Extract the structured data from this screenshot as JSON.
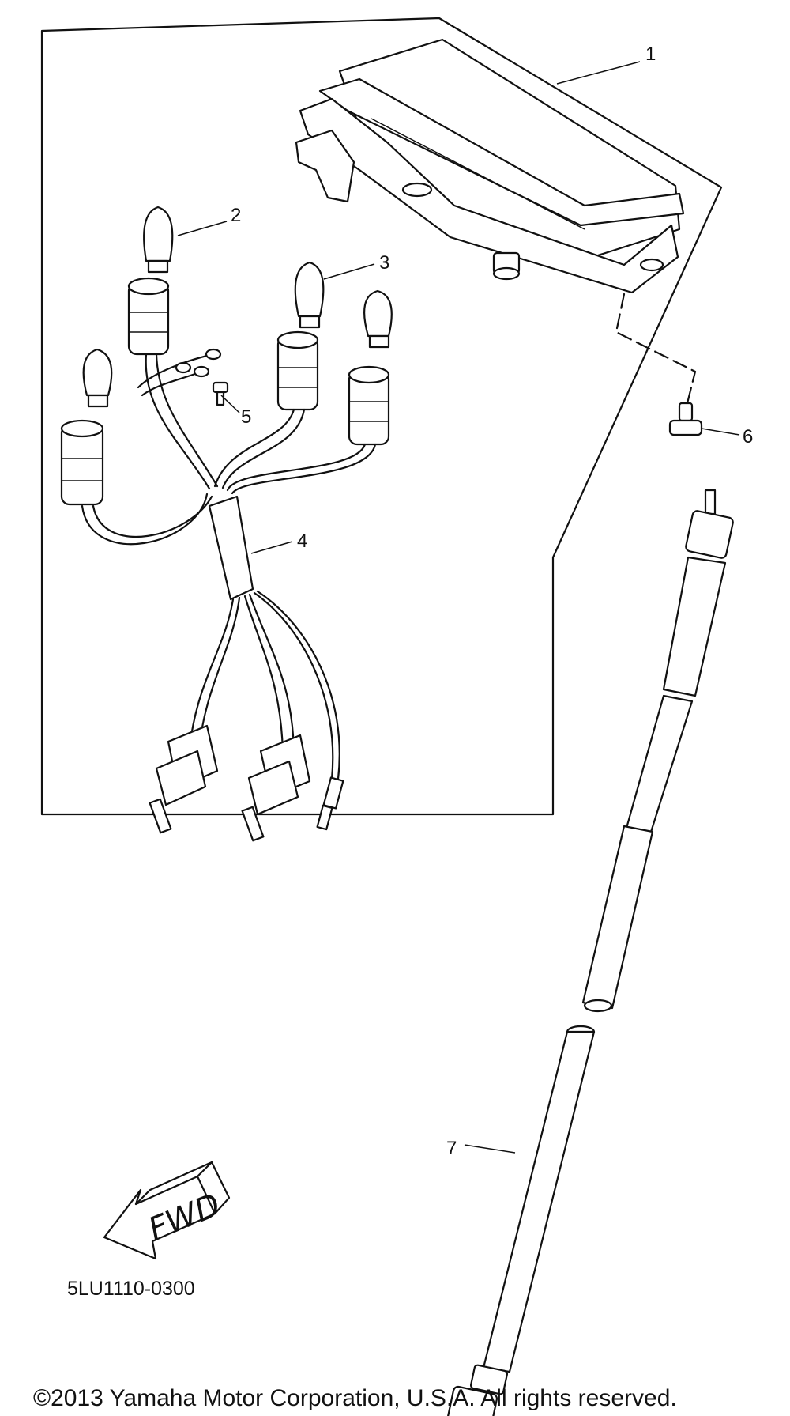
{
  "diagram": {
    "callouts": [
      "1",
      "2",
      "3",
      "4",
      "5",
      "6",
      "7"
    ],
    "fwd_text": "FWD",
    "drawing_code": "5LU1110-0300",
    "copyright": "©2013 Yamaha Motor Corporation, U.S.A. All rights reserved."
  }
}
